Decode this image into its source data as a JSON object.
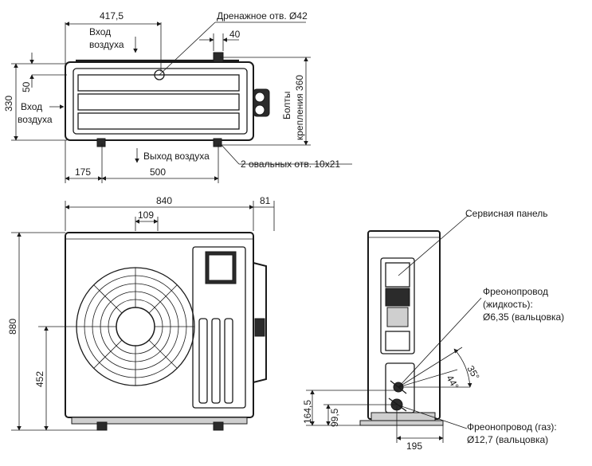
{
  "top_view": {
    "width_total": "417,5",
    "drain_label": "Дренажное отв. Ø42",
    "dim_40": "40",
    "air_in_top_1": "Вход",
    "air_in_top_2": "воздуха",
    "air_in_side_1": "Вход",
    "air_in_side_2": "воздуха",
    "depth": "330",
    "dim_50": "50",
    "bolts_1": "Болты",
    "bolts_2": "крепления 360",
    "air_out": "Выход воздуха",
    "oval_holes": "2 овальных отв. 10x21",
    "dim_175": "175",
    "dim_500": "500"
  },
  "front_view": {
    "width": "840",
    "dim_81": "81",
    "dim_109": "109",
    "height": "880",
    "fan_center": "452"
  },
  "side_view": {
    "service_panel": "Сервисная панель",
    "liquid_1": "Фреонопровод",
    "liquid_2": "(жидкость):",
    "liquid_3": "Ø6,35 (вальцовка)",
    "gas_1": "Фреонопровод (газ):",
    "gas_2": "Ø12,7 (вальцовка)",
    "angle_35": "35°",
    "angle_44": "44°",
    "dim_164": "164,5",
    "dim_99": "99,5",
    "dim_195": "195"
  }
}
